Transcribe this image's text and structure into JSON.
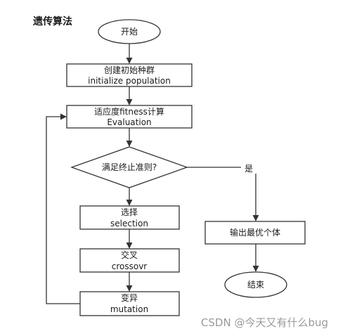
{
  "title": "遗传算法",
  "nodes": {
    "start": {
      "label": "开始"
    },
    "init": {
      "line1": "创建初始种群",
      "line2": "initialize population"
    },
    "eval": {
      "line1": "适应度fitness计算",
      "line2": "Evaluation"
    },
    "decision": {
      "label": "满足终止准则?"
    },
    "select": {
      "line1": "选择",
      "line2": "selection"
    },
    "crossover": {
      "line1": "交叉",
      "line2": "crossovr"
    },
    "mutation": {
      "line1": "变异",
      "line2": "mutation"
    },
    "output": {
      "label": "输出最优个体"
    },
    "end": {
      "label": "结束"
    }
  },
  "edges": {
    "yes_label": "是"
  },
  "watermark": "CSDN @今天又有什么bug"
}
